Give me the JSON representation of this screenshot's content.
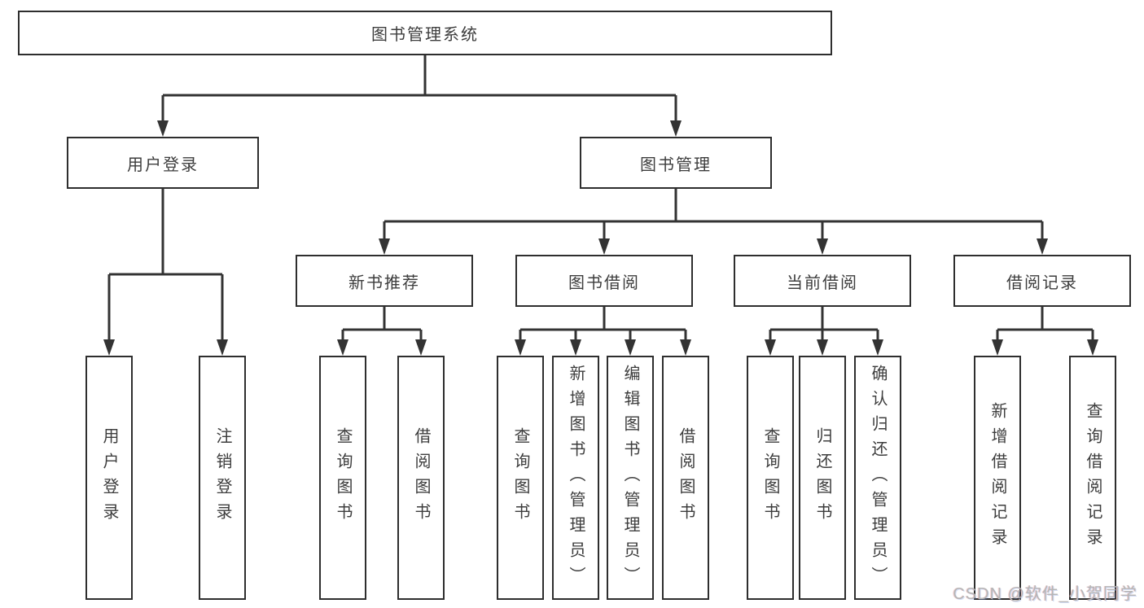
{
  "diagram": {
    "root": {
      "label": "图书管理系统"
    },
    "branches": [
      {
        "label": "用户登录",
        "children": [
          {
            "label": "用户登录"
          },
          {
            "label": "注销登录"
          }
        ]
      },
      {
        "label": "图书管理",
        "groups": [
          {
            "label": "新书推荐",
            "children": [
              {
                "label": "查询图书"
              },
              {
                "label": "借阅图书"
              }
            ]
          },
          {
            "label": "图书借阅",
            "children": [
              {
                "label": "查询图书"
              },
              {
                "label": "新增图书（管理员）"
              },
              {
                "label": "编辑图书（管理员）"
              },
              {
                "label": "借阅图书"
              }
            ]
          },
          {
            "label": "当前借阅",
            "children": [
              {
                "label": "查询图书"
              },
              {
                "label": "归还图书"
              },
              {
                "label": "确认归还（管理员）"
              }
            ]
          },
          {
            "label": "借阅记录",
            "children": [
              {
                "label": "新增借阅记录"
              },
              {
                "label": "查询借阅记录"
              }
            ]
          }
        ]
      }
    ]
  },
  "watermark": {
    "text": "CSDN @软件_小贺同学"
  },
  "colors": {
    "line": "#333333",
    "box_border": "#2e2e2e",
    "text": "#3d3d3d",
    "watermark": "#b6b6b6",
    "background": "#ffffff"
  }
}
